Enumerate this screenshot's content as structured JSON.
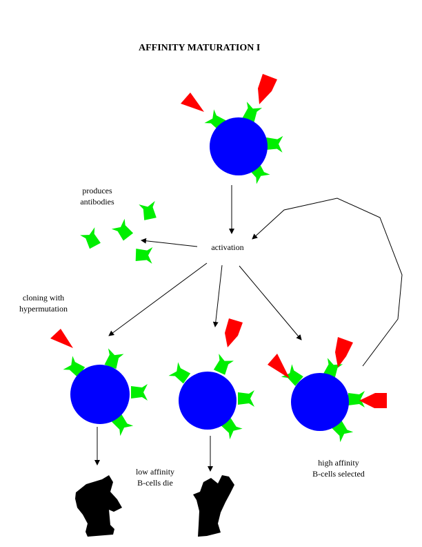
{
  "title": "AFFINITY MATURATION I",
  "labels": {
    "produces": "produces",
    "antibodies": "antibodies",
    "activation": "activation",
    "cloning": "cloning with",
    "hypermutation": "hypermutation",
    "low_affinity": "low affinity",
    "low_die": "B-cells die",
    "high_affinity": "high affinity",
    "high_selected": "B-cells selected"
  },
  "colors": {
    "cell": "#0000ff",
    "receptor": "#00ee00",
    "antigen": "#ff0000",
    "dead_cell": "#000000",
    "arrow": "#000000"
  }
}
